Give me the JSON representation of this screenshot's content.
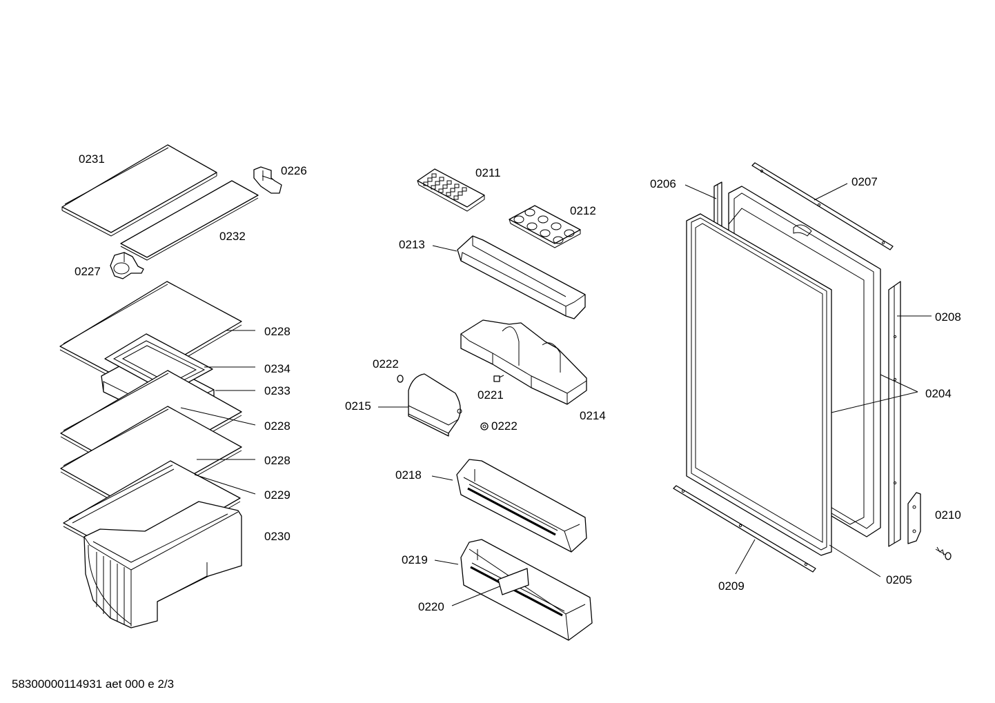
{
  "footer": {
    "text": "58300000114931 aet 000 e 2/3"
  },
  "labels": {
    "p0231": "0231",
    "p0226": "0226",
    "p0232": "0232",
    "p0227": "0227",
    "p0228a": "0228",
    "p0234": "0234",
    "p0233": "0233",
    "p0228b": "0228",
    "p0228c": "0228",
    "p0229": "0229",
    "p0230": "0230",
    "p0211": "0211",
    "p0212": "0212",
    "p0213": "0213",
    "p0222a": "0222",
    "p0221": "0221",
    "p0215": "0215",
    "p0214": "0214",
    "p0222b": "0222",
    "p0218": "0218",
    "p0219": "0219",
    "p0220": "0220",
    "p0206": "0206",
    "p0207": "0207",
    "p0208": "0208",
    "p0204": "0204",
    "p0210": "0210",
    "p0209": "0209",
    "p0205": "0205"
  }
}
